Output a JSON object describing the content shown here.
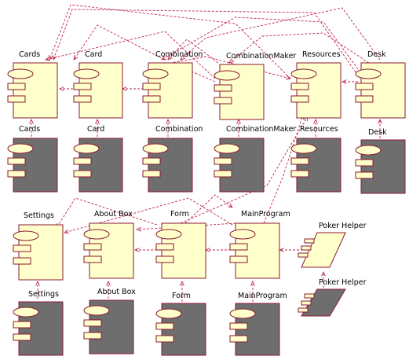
{
  "colors": {
    "spec_fill": "#ffffcc",
    "body_fill": "#6e6e6e",
    "stroke": "#8b1a2f",
    "arrow": "#c0264a"
  },
  "components": {
    "cards_spec": "Cards",
    "card_spec": "Card",
    "combination_spec": "Combination",
    "combinationmaker_spec": "CombinationMaker",
    "resources_spec": "Resources",
    "desk_spec": "Desk",
    "cards_body": "Cards",
    "card_body": "Card",
    "combination_body": "Combination",
    "combinationmaker_body": "CombinationMaker",
    "resources_body": "Resources",
    "desk_body": "Desk",
    "settings_spec": "Settings",
    "aboutbox_spec": "About Box",
    "form_spec": "Form",
    "mainprogram_spec": "MainProgram",
    "pokerhelper_spec": "Poker Helper",
    "settings_body": "Settings",
    "aboutbox_body": "About Box",
    "form_body": "Form",
    "mainprogram_body": "MainProgram",
    "pokerhelper_body": "Poker Helper"
  }
}
